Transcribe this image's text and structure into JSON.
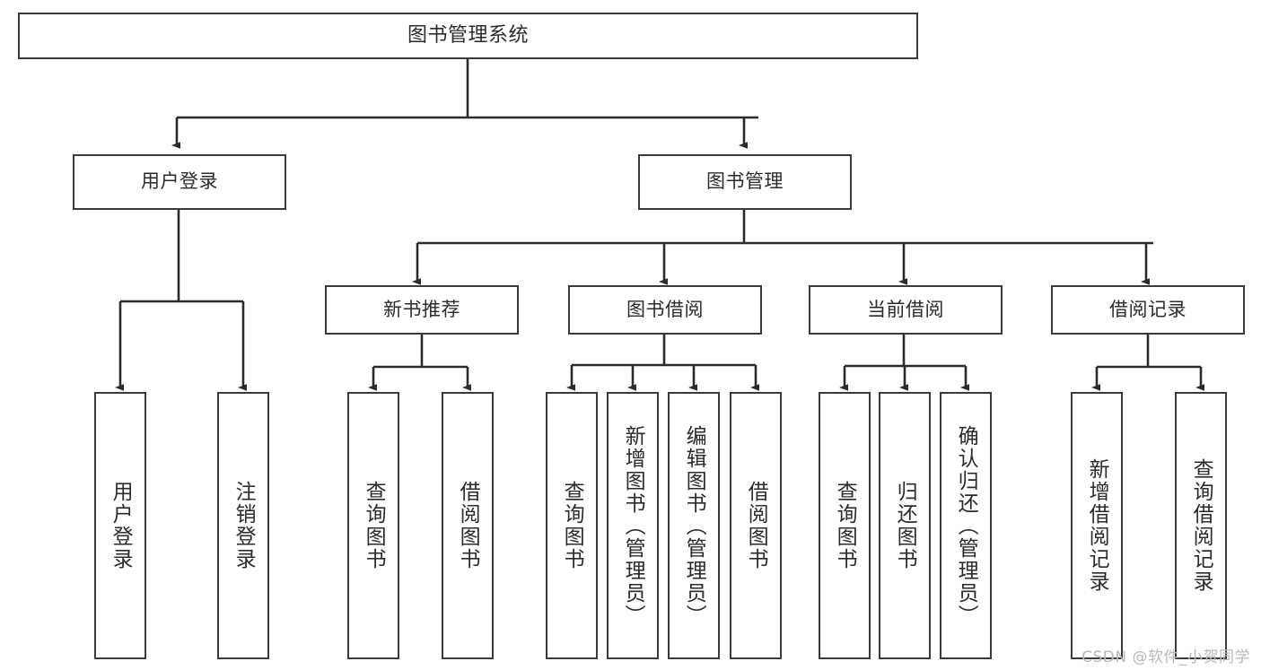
{
  "diagram": {
    "title": "图书管理系统",
    "type": "tree-hierarchy",
    "watermark": "CSDN @软件_小贺同学",
    "colors": {
      "background": "#ffffff",
      "node_fill": "#ffffff",
      "node_border": "#3a3a3a",
      "edge": "#2b2b2b",
      "text": "#2b2b2b",
      "watermark": "#b9b9b9"
    },
    "root": {
      "id": "root",
      "label": "图书管理系统"
    },
    "level1": [
      {
        "id": "user-login",
        "label": "用户登录"
      },
      {
        "id": "book-manage",
        "label": "图书管理"
      }
    ],
    "level2": [
      {
        "id": "new-book-recommend",
        "label": "新书推荐",
        "parent": "book-manage"
      },
      {
        "id": "book-borrow",
        "label": "图书借阅",
        "parent": "book-manage"
      },
      {
        "id": "current-borrow",
        "label": "当前借阅",
        "parent": "book-manage"
      },
      {
        "id": "borrow-record",
        "label": "借阅记录",
        "parent": "book-manage"
      }
    ],
    "leaves": [
      {
        "id": "leaf-user-login",
        "label": "用户登录",
        "parent": "user-login"
      },
      {
        "id": "leaf-user-logout",
        "label": "注销登录",
        "parent": "user-login"
      },
      {
        "id": "leaf-query-book-1",
        "label": "查询图书",
        "parent": "new-book-recommend"
      },
      {
        "id": "leaf-borrow-book-1",
        "label": "借阅图书",
        "parent": "new-book-recommend"
      },
      {
        "id": "leaf-query-book-2",
        "label": "查询图书",
        "parent": "book-borrow"
      },
      {
        "id": "leaf-add-book",
        "label": "新增图书（管理员）",
        "parent": "book-borrow"
      },
      {
        "id": "leaf-edit-book",
        "label": "编辑图书（管理员）",
        "parent": "book-borrow"
      },
      {
        "id": "leaf-borrow-book-2",
        "label": "借阅图书",
        "parent": "book-borrow"
      },
      {
        "id": "leaf-query-book-3",
        "label": "查询图书",
        "parent": "current-borrow"
      },
      {
        "id": "leaf-return-book",
        "label": "归还图书",
        "parent": "current-borrow"
      },
      {
        "id": "leaf-confirm-return",
        "label": "确认归还（管理员）",
        "parent": "current-borrow"
      },
      {
        "id": "leaf-add-record",
        "label": "新增借阅记录",
        "parent": "borrow-record"
      },
      {
        "id": "leaf-query-record",
        "label": "查询借阅记录",
        "parent": "borrow-record"
      }
    ]
  }
}
